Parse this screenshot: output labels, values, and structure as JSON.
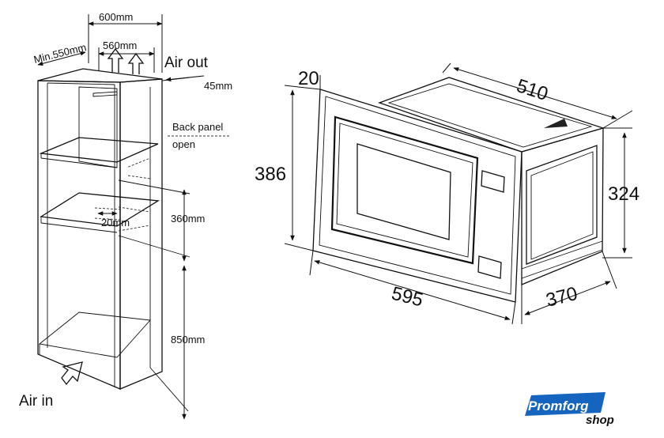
{
  "cabinet": {
    "width": "600mm",
    "depth": "Min.550mm",
    "inner_width": "560mm",
    "air_out": "Air out",
    "top_gap": "45mm",
    "back_panel_1": "Back panel",
    "back_panel_2": "open",
    "gap": "20mm",
    "niche_height": "360mm",
    "base_height": "850mm",
    "air_in": "Air in"
  },
  "microwave": {
    "panel_thickness": "20",
    "depth": "510",
    "front_height": "386",
    "body_height": "324",
    "front_width": "595",
    "body_width": "370"
  },
  "logo": {
    "brand": "Promforg",
    "suffix": "shop",
    "color": "#1565c0"
  }
}
